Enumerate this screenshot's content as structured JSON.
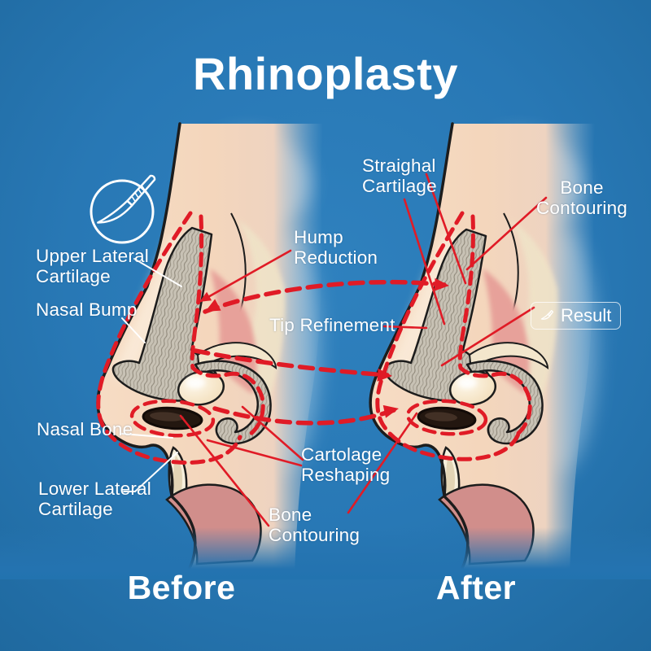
{
  "title": "Rhinoplasty",
  "panels": {
    "before": "Before",
    "after": "After"
  },
  "result_box": {
    "label": "Result",
    "icon": "scalpel-icon"
  },
  "tool_badge": {
    "icon": "scalpel-icon"
  },
  "annotations": {
    "upper_lateral_cartilage": "Upper Lateral\nCartilage",
    "nasal_bump": "Nasal Bump",
    "nasal_bone": "Nasal Bone",
    "lower_lateral_cartilage": "Lower Lateral\nCartilage",
    "hump_reduction": "Hump\nReduction",
    "tip_refinement": "Tip Refinement",
    "cartolage_reshaping": "Cartolage\nReshaping",
    "bone_contouring_bottom": "Bone\nContouring",
    "straighal_cartilage": "Straighal\nCartilage",
    "bone_contouring_top": "Bone\nContouring"
  },
  "colors": {
    "background": "#2878b5",
    "background_edge": "#1f699f",
    "annotation_red": "#e01b26",
    "text": "#ffffff",
    "skin": "#f5d8be",
    "skin_highlight": "#fdeedd",
    "cartilage_gray": "#c8c2b5",
    "cartilage_hatch": "#8f887a",
    "inner_pink": "#e7a19a",
    "lip_pink": "#d18e8b",
    "nostril_dark": "#231710",
    "cartilage_cream": "#f3e6cc",
    "outline_black": "#1c1c1c"
  }
}
